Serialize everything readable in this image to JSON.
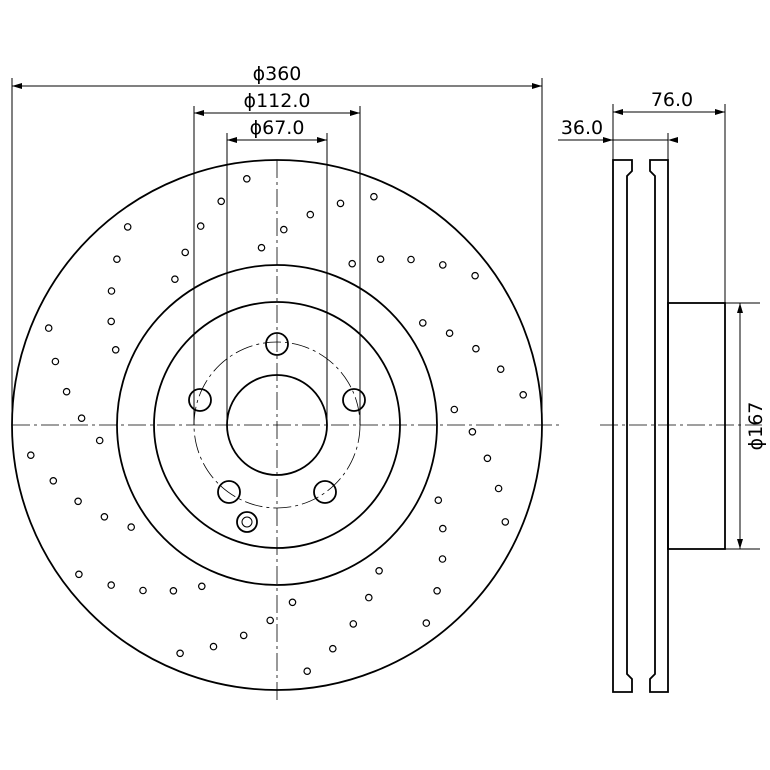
{
  "dimensions": {
    "outer_diameter": "ϕ360",
    "pcd_diameter": "ϕ112.0",
    "center_bore": "ϕ67.0",
    "thickness": "36.0",
    "overall_height": "76.0",
    "hat_diameter": "ϕ167"
  },
  "drill_pattern": {
    "arms": 12,
    "holes_per_arm": 5
  },
  "colors": {
    "line": "#000000",
    "background": "#ffffff"
  }
}
